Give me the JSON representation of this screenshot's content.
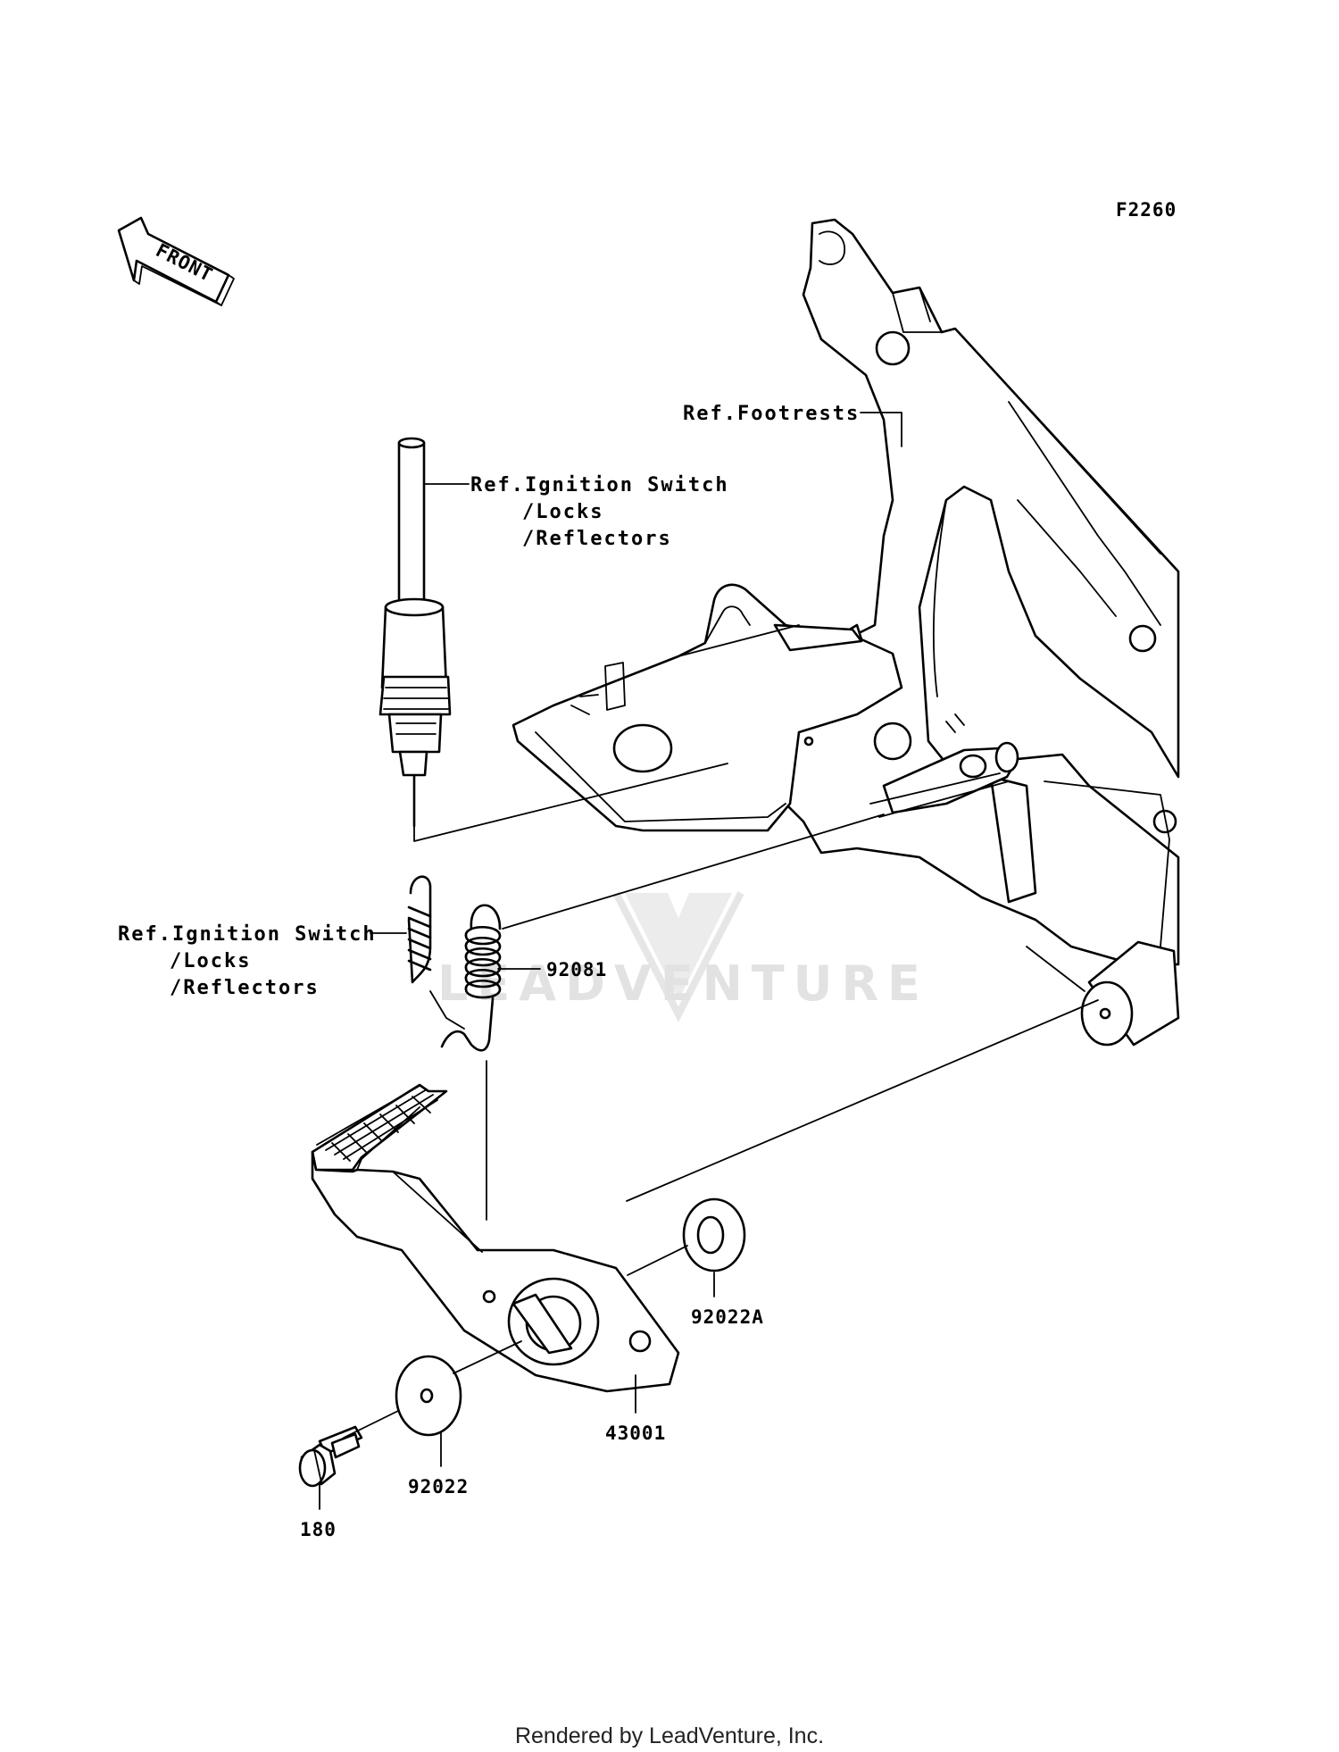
{
  "diagram": {
    "code": "F2260",
    "front_arrow_label": "FRONT",
    "watermark": "LEADVENTURE",
    "labels": {
      "ref_footrests": "Ref.Footrests",
      "ref_ignition_1": [
        "Ref.Ignition Switch",
        "/Locks",
        "/Reflectors"
      ],
      "ref_ignition_2": [
        "Ref.Ignition Switch",
        "/Locks",
        "/Reflectors"
      ]
    },
    "parts": [
      {
        "id": "92081"
      },
      {
        "id": "92022A"
      },
      {
        "id": "43001"
      },
      {
        "id": "92022"
      },
      {
        "id": "180"
      }
    ]
  },
  "footer": {
    "text": "Rendered by LeadVenture, Inc."
  }
}
